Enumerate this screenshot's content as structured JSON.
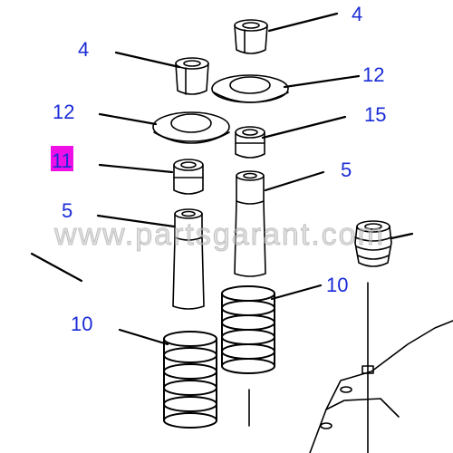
{
  "diagram": {
    "callouts": [
      {
        "id": "c4-top",
        "text": "4"
      },
      {
        "id": "c4-left",
        "text": "4"
      },
      {
        "id": "c12-right",
        "text": "12"
      },
      {
        "id": "c12-left",
        "text": "12"
      },
      {
        "id": "c15",
        "text": "15"
      },
      {
        "id": "c11",
        "text": "11"
      },
      {
        "id": "c5-right",
        "text": "5"
      },
      {
        "id": "c5-left",
        "text": "5"
      },
      {
        "id": "c10-right",
        "text": "10"
      },
      {
        "id": "c10-left",
        "text": "10"
      }
    ],
    "watermark": "www.partsgarant.com",
    "colors": {
      "callout": "#1a2bd6",
      "highlight": "#ee10e6",
      "line": "#000000"
    }
  }
}
